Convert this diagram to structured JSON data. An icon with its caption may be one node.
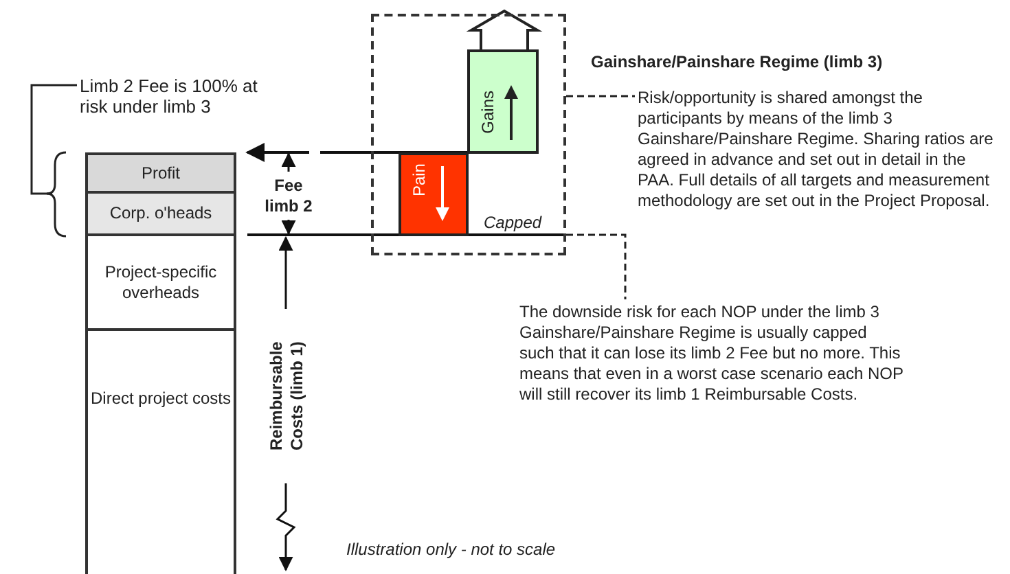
{
  "diagram": {
    "nodes": [
      {
        "text": [
          "Profit"
        ]
      },
      {
        "text": [
          "Corp. o'heads"
        ]
      },
      {
        "text": [
          "Project-specific overheads"
        ]
      },
      {
        "text": [
          "Direct project costs"
        ]
      },
      {
        "text": [],
        "shape": "box"
      },
      {
        "text": [
          "Pain"
        ],
        "in": 4
      },
      {
        "text": [
          "Gains"
        ],
        "in": 4
      },
      {
        "text": [
          "Limb 2 Fee is 100% at risk under limb 3"
        ]
      },
      {
        "text": [
          "Gainshare/Painshare Regime (limb 3)",
          "Risk/opportunity is shared amongst the participants by means of the limb 3 Gainshare/Painshare Regime.  Sharing ratios are agreed in advance and set out in detail in the PAA.  Full details of all targets and measurement methodology are set out in the Project Proposal."
        ]
      },
      {
        "text": [
          "The downside risk for each NOP under the limb 3 Gainshare/Painshare Regime is usually capped such that it can lose its limb 2 Fee but no more.  This means that even in a worst case scenario each NOP will still recover its limb 1 Reimbursable Costs."
        ]
      }
    ],
    "edges": [
      {
        "from": 4,
        "to": 8,
        "arrow": "none",
        "style": "dashed"
      },
      {
        "from": 4,
        "to": 9,
        "arrow": "none",
        "style": "dashed"
      },
      {
        "from": 7,
        "to": null,
        "arrow": "none"
      }
    ],
    "labels": [
      "Fee limb 2",
      "Reimbursable Costs (limb 1)",
      "Capped",
      "Illustration only - not to scale"
    ]
  }
}
